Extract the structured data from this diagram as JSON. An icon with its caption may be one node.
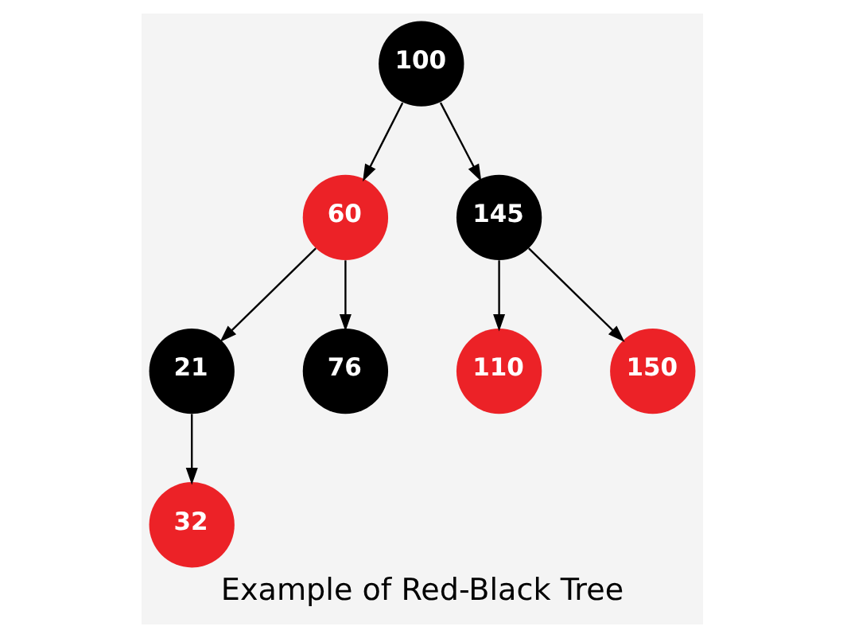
{
  "diagram": {
    "caption": "Example of Red-Black Tree",
    "nodes": [
      {
        "text": [
          "100"
        ]
      },
      {
        "text": [
          "60"
        ]
      },
      {
        "text": [
          "145"
        ]
      },
      {
        "text": [
          "21"
        ]
      },
      {
        "text": [
          "76"
        ]
      },
      {
        "text": [
          "110"
        ]
      },
      {
        "text": [
          "150"
        ]
      },
      {
        "text": [
          "32"
        ]
      }
    ],
    "edges": [
      {
        "from": 0,
        "to": 1,
        "arrow": "to"
      },
      {
        "from": 0,
        "to": 2,
        "arrow": "to"
      },
      {
        "from": 1,
        "to": 3,
        "arrow": "to"
      },
      {
        "from": 1,
        "to": 4,
        "arrow": "to"
      },
      {
        "from": 2,
        "to": 5,
        "arrow": "to"
      },
      {
        "from": 2,
        "to": 6,
        "arrow": "to"
      },
      {
        "from": 3,
        "to": 7,
        "arrow": "to"
      }
    ]
  }
}
